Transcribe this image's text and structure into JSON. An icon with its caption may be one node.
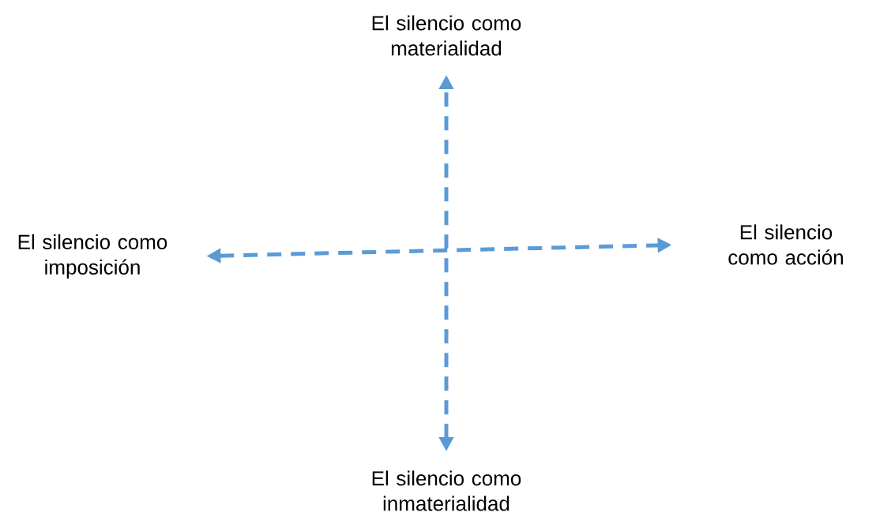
{
  "diagram": {
    "nodes": [
      {
        "text": [
          "El silencio como materialidad"
        ]
      },
      {
        "text": [
          "El silencio como imposición"
        ]
      },
      {
        "text": [
          "El silencio como acción"
        ]
      },
      {
        "text": [
          "El silencio como inmaterialidad"
        ]
      }
    ],
    "edges": [
      {
        "from": 3,
        "to": 0,
        "arrow": "both",
        "style": "dashed"
      },
      {
        "from": 1,
        "to": 2,
        "arrow": "both",
        "style": "dashed"
      }
    ]
  }
}
